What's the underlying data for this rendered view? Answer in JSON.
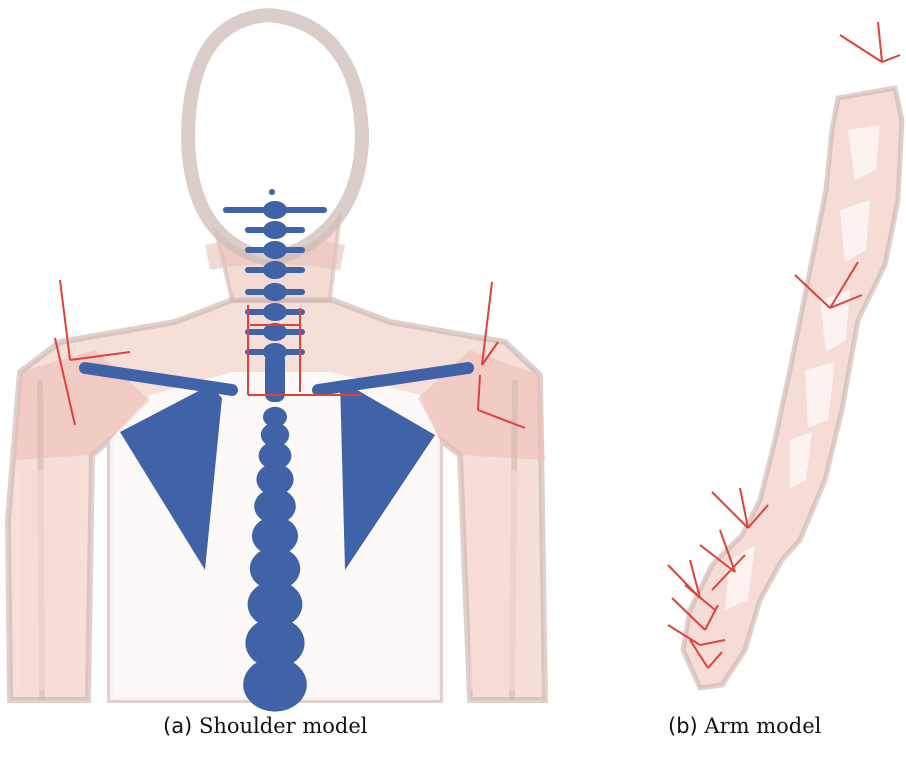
{
  "figure": {
    "panels": [
      {
        "id": "a",
        "caption_label": "(a)",
        "caption_text": "Shoulder model"
      },
      {
        "id": "b",
        "caption_label": "(b)",
        "caption_text": "Arm model"
      }
    ],
    "colors": {
      "skin": "#f2cfc8",
      "skin_edge": "#c9b2ad",
      "bone": "#3f63a6",
      "frame_axis": "#e0413a"
    }
  }
}
